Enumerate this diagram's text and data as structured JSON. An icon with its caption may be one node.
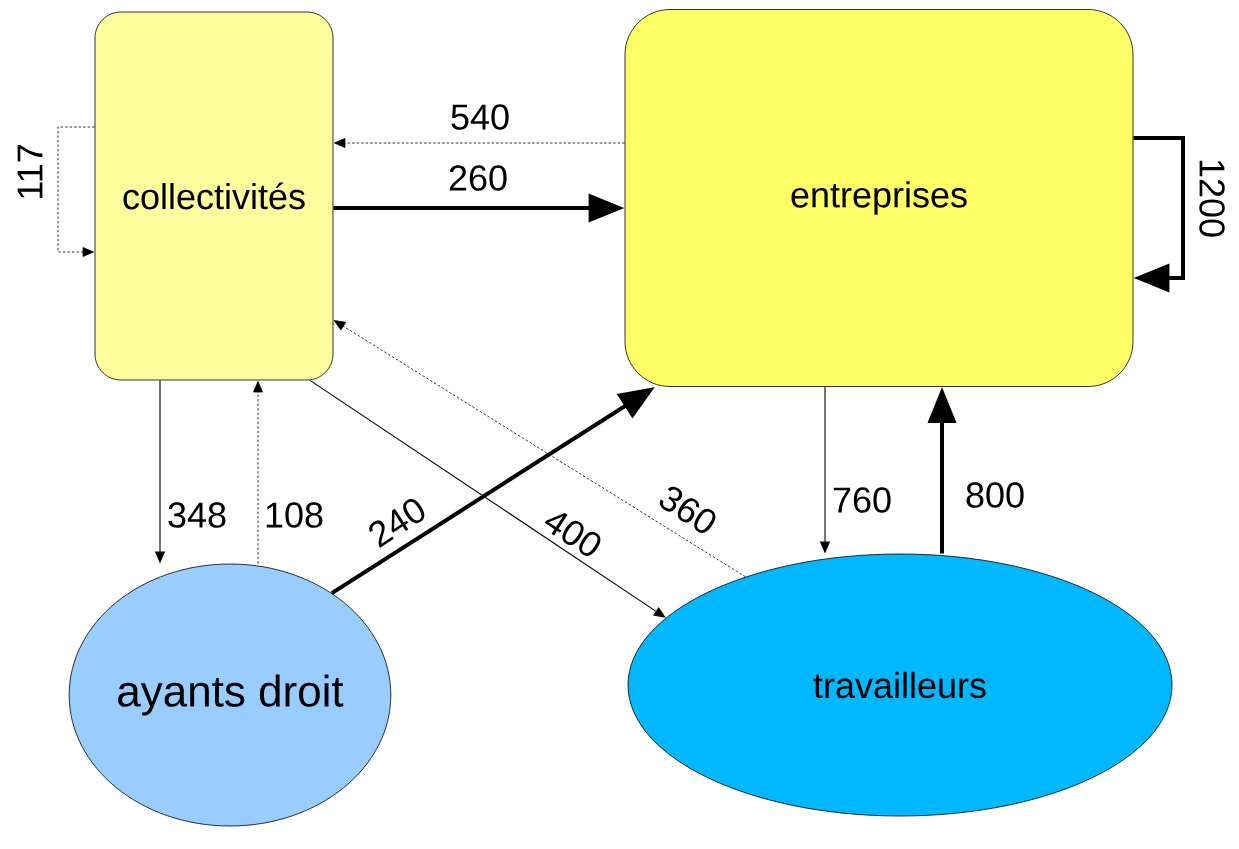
{
  "diagram": {
    "nodes": [
      {
        "text": [
          "collectivités"
        ]
      },
      {
        "text": [
          "entreprises"
        ]
      },
      {
        "text": [
          "ayants droit"
        ]
      },
      {
        "text": [
          "travailleurs"
        ]
      }
    ],
    "edges": [
      {
        "from": 1,
        "to": 0,
        "arrow": "to",
        "label": "540",
        "style": "dashed"
      },
      {
        "from": 0,
        "to": 1,
        "arrow": "to",
        "label": "260",
        "style": "thick"
      },
      {
        "from": 0,
        "to": 0,
        "arrow": "to",
        "label": "117",
        "style": "dashed"
      },
      {
        "from": 1,
        "to": 1,
        "arrow": "to",
        "label": "1200",
        "style": "thick"
      },
      {
        "from": 0,
        "to": 2,
        "arrow": "to",
        "label": "348"
      },
      {
        "from": 2,
        "to": 0,
        "arrow": "to",
        "label": "108",
        "style": "dashed"
      },
      {
        "from": 2,
        "to": 1,
        "arrow": "to",
        "label": "240",
        "style": "thick"
      },
      {
        "from": 0,
        "to": 3,
        "arrow": "to",
        "label": "400"
      },
      {
        "from": 3,
        "to": 0,
        "arrow": "to",
        "label": "360",
        "style": "dashed"
      },
      {
        "from": 1,
        "to": 3,
        "arrow": "to",
        "label": "760"
      },
      {
        "from": 3,
        "to": 1,
        "arrow": "to",
        "label": "800",
        "style": "thick"
      }
    ]
  }
}
